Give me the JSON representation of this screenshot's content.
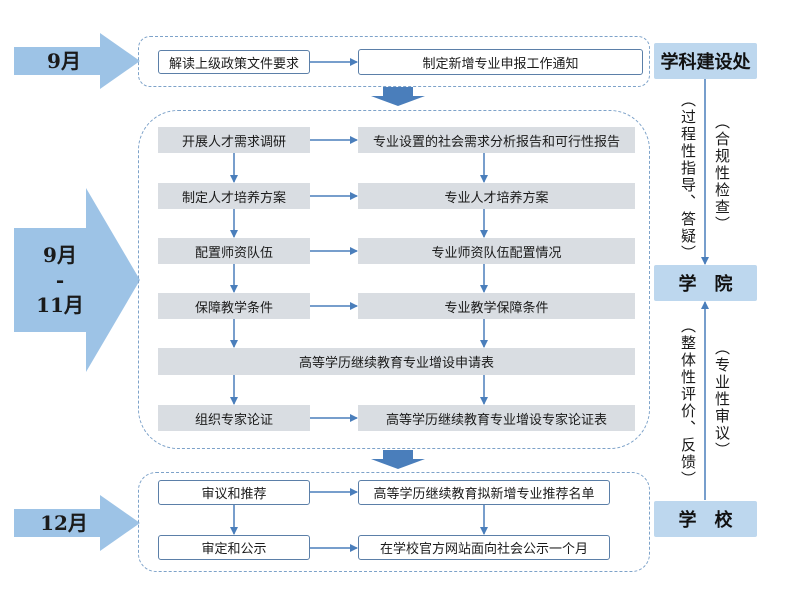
{
  "months": {
    "sept": "9月",
    "sept_nov_top": "9月",
    "sept_nov_dash": "-",
    "sept_nov_bottom": "11月",
    "dec": "12月"
  },
  "side": {
    "office": "学科建设处",
    "college": "学　院",
    "school": "学　校",
    "process_guidance": "（过程性指导、答疑）",
    "compliance_check": "（合规性检查）",
    "overall_evaluation": "（整体性评价、反馈）",
    "major_review": "（专业性审议）"
  },
  "stage1": {
    "left": "解读上级政策文件要求",
    "right": "制定新增专业申报工作通知"
  },
  "stage2": {
    "rows": [
      {
        "left": "开展人才需求调研",
        "right": "专业设置的社会需求分析报告和可行性报告"
      },
      {
        "left": "制定人才培养方案",
        "right": "专业人才培养方案"
      },
      {
        "left": "配置师资队伍",
        "right": "专业师资队伍配置情况"
      },
      {
        "left": "保障教学条件",
        "right": "专业教学保障条件"
      }
    ],
    "application_form": "高等学历继续教育专业增设申请表",
    "expert_left": "组织专家论证",
    "expert_right": "高等学历继续教育专业增设专家论证表"
  },
  "stage3": {
    "row1_left": "审议和推荐",
    "row1_right": "高等学历继续教育拟新增专业推荐名单",
    "row2_left": "审定和公示",
    "row2_right": "在学校官方网站面向社会公示一个月"
  },
  "colors": {
    "big_arrow": "#9dc3e6",
    "small_arrow": "#4a7ebb",
    "blue_box": "#bdd7ee",
    "grey_box": "#d9dde2",
    "dashed_border": "#7da2c9"
  }
}
